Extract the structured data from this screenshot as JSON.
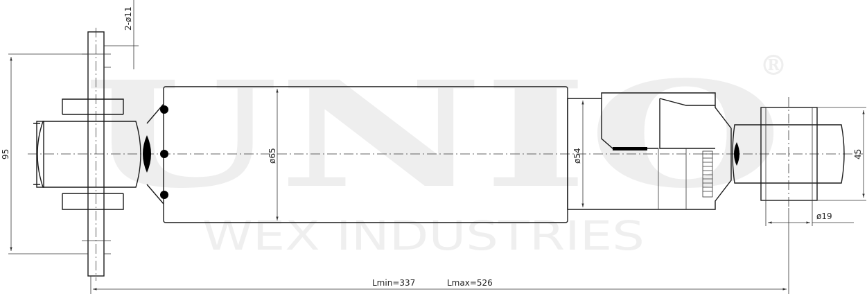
{
  "watermark": {
    "brand": "UNIO",
    "registered_mark": "®",
    "company": "WEX INDUSTRIES"
  },
  "dimensions": {
    "mount_holes": "2-ø11",
    "flange_width": "95",
    "body_diameter": "ø65",
    "rod_tube_diameter": "ø54",
    "eye_width": "45",
    "eye_bore": "ø19",
    "length_min": "Lmin=337",
    "length_max": "Lmax=526"
  },
  "colors": {
    "line": "#1a1a1a",
    "watermark": "#eeeeee",
    "background": "#ffffff"
  }
}
